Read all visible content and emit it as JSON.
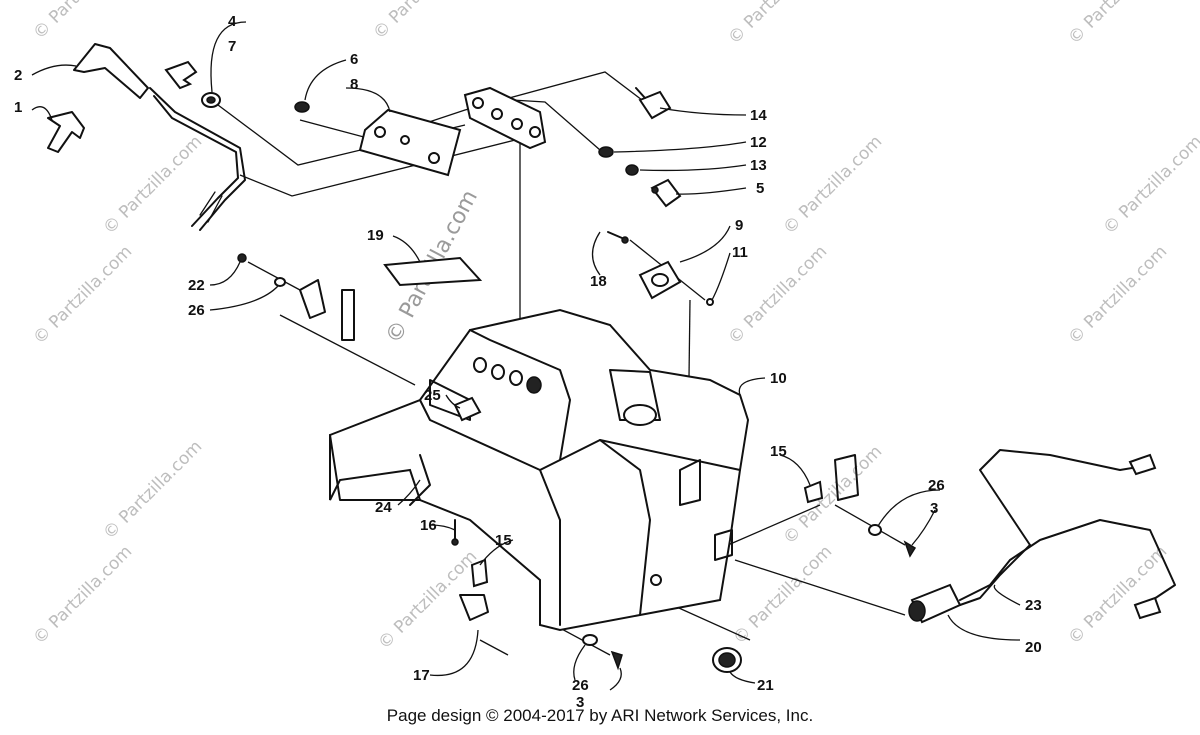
{
  "footer": "Page design © 2004-2017 by ARI Network Services, Inc.",
  "watermark": "© Partzilla.com",
  "watermark_small": "© Partzilla.com",
  "callouts": {
    "c1": "1",
    "c2": "2",
    "c3a": "3",
    "c3b": "3",
    "c4": "4",
    "c5": "5",
    "c6": "6",
    "c7": "7",
    "c8": "8",
    "c9": "9",
    "c10": "10",
    "c11": "11",
    "c12": "12",
    "c13": "13",
    "c14": "14",
    "c15a": "15",
    "c15b": "15",
    "c16": "16",
    "c17": "17",
    "c18": "18",
    "c19": "19",
    "c20": "20",
    "c21": "21",
    "c22": "22",
    "c23": "23",
    "c24": "24",
    "c25": "25",
    "c26a": "26",
    "c26b": "26",
    "c26c": "26"
  },
  "colors": {
    "ink": "#111111",
    "watermark": "#bdbdbd",
    "background": "#ffffff"
  }
}
